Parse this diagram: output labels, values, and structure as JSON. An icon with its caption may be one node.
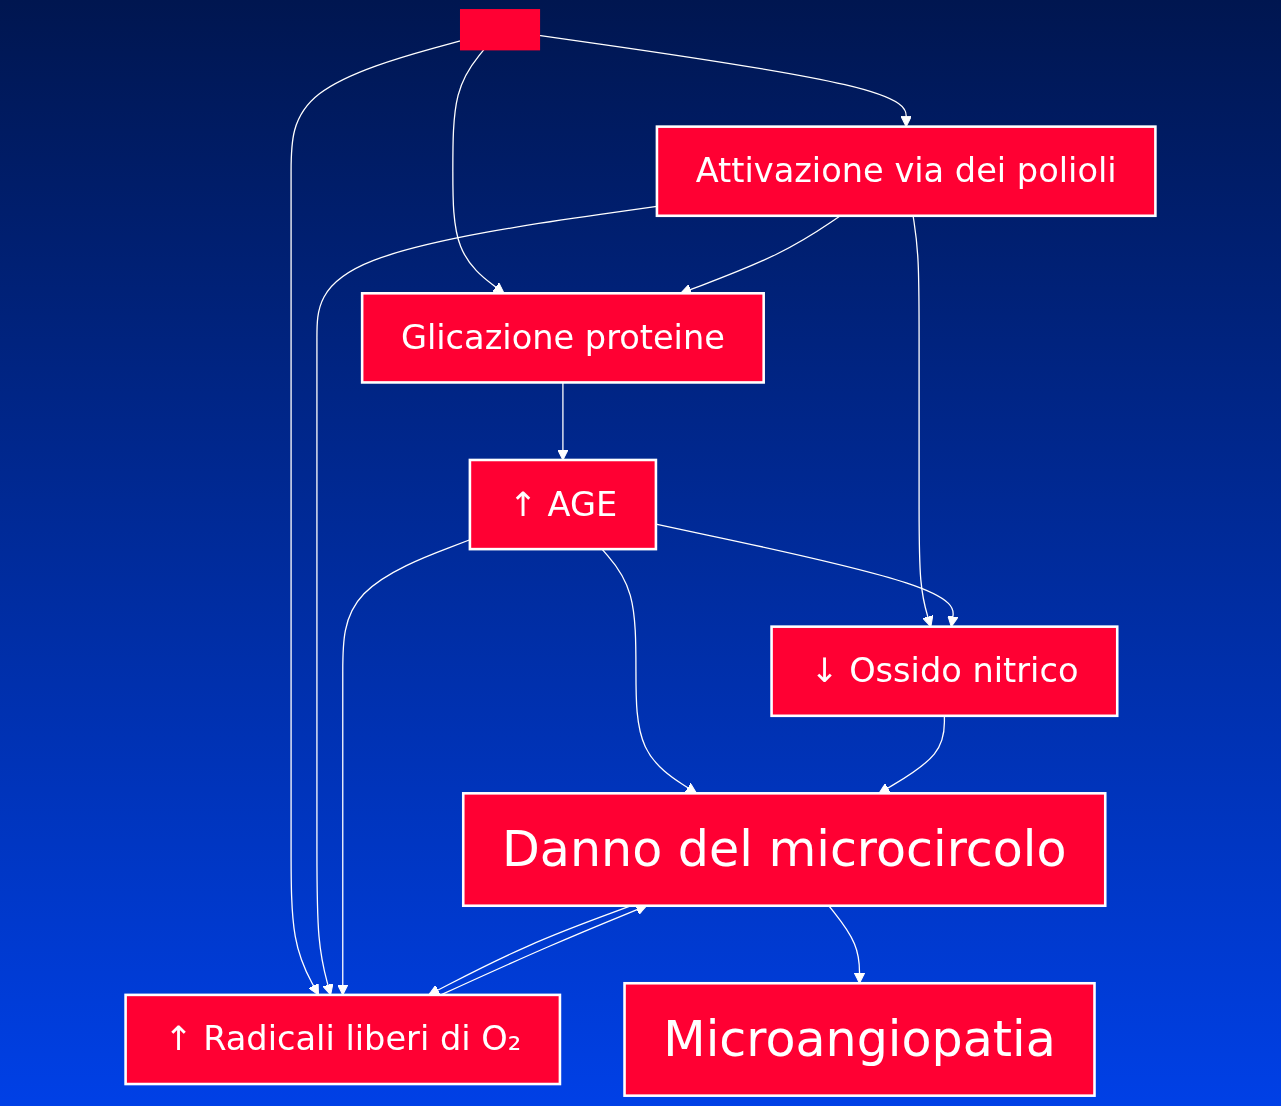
{
  "diagram": {
    "nodes": [
      {
        "text": [],
        "shape": "box"
      },
      {
        "text": [
          "Attivazione via dei polioli"
        ]
      },
      {
        "text": [
          "Glicazione proteine"
        ]
      },
      {
        "text": [
          "↑ Radicali liberi di O₂"
        ]
      },
      {
        "text": [
          "↓ Ossido nitrico"
        ]
      },
      {
        "text": [
          "↑ AGE"
        ]
      },
      {
        "text": [
          "Danno del microcircolo"
        ]
      },
      {
        "text": [
          "Microangiopatia"
        ]
      }
    ],
    "edges": [
      {
        "from": 0,
        "to": 1,
        "arrow": "to"
      },
      {
        "from": 0,
        "to": 2,
        "arrow": "to"
      },
      {
        "from": 0,
        "to": 3,
        "arrow": "to"
      },
      {
        "from": 1,
        "to": 2,
        "arrow": "to"
      },
      {
        "from": 1,
        "to": 3,
        "arrow": "to"
      },
      {
        "from": 1,
        "to": 4,
        "arrow": "to"
      },
      {
        "from": 2,
        "to": 5,
        "arrow": "to"
      },
      {
        "from": 5,
        "to": 4,
        "arrow": "to"
      },
      {
        "from": 5,
        "to": 3,
        "arrow": "to"
      },
      {
        "from": 5,
        "to": 6,
        "arrow": "to"
      },
      {
        "from": 3,
        "to": 6,
        "arrow": "to"
      },
      {
        "from": 6,
        "to": 3,
        "arrow": "to"
      },
      {
        "from": 4,
        "to": 6,
        "arrow": "to"
      },
      {
        "from": 6,
        "to": 7,
        "arrow": "to"
      }
    ]
  }
}
